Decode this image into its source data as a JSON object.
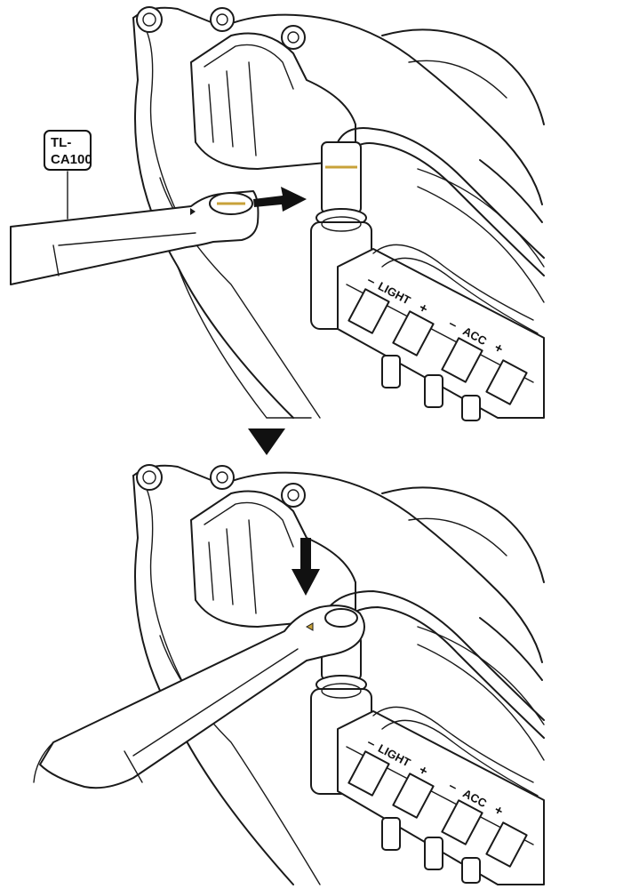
{
  "tool_label": {
    "line1": "TL-",
    "line2": "CA100"
  },
  "connector_labels": {
    "minus_1": "–",
    "light": "LIGHT",
    "plus_1": "+",
    "minus_2": "–",
    "acc": "ACC",
    "plus_2": "+"
  },
  "colors": {
    "line": "#1a1a1a",
    "accent": "#c8a23a",
    "background": "#ffffff"
  },
  "icons": {
    "step_arrow": "triangle-down-icon",
    "push_arrow": "arrow-right-icon",
    "down_arrow": "arrow-down-icon"
  }
}
